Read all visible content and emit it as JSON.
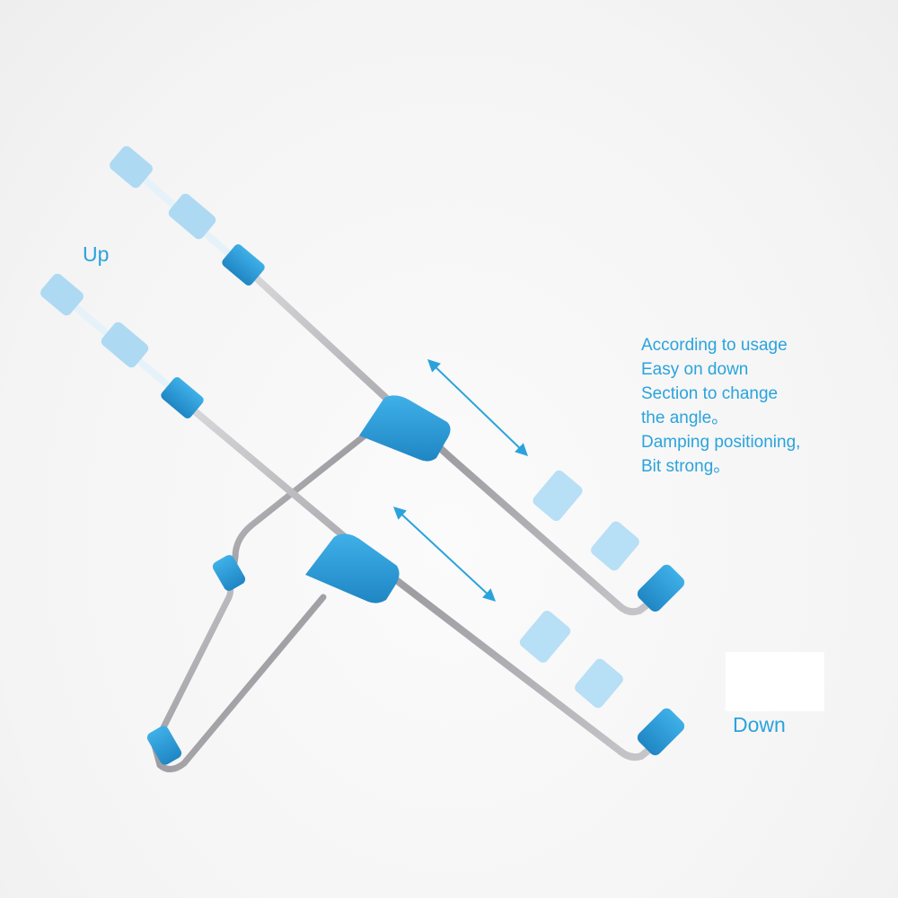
{
  "labels": {
    "up": "Up",
    "down": "Down"
  },
  "description_lines": [
    "According to usage",
    "Easy on down",
    "Section to change",
    "the angle。",
    "Damping positioning,",
    "Bit strong。"
  ],
  "colors": {
    "accent_blue": "#2a9ad6",
    "ghost_blue": "#a9d8f3",
    "label_blue": "#2aa3dc",
    "steel": "#a9a9ad"
  },
  "icons": {
    "up_arrow_top": "double-headed-arrow-icon",
    "up_arrow_bottom": "double-headed-arrow-icon"
  }
}
